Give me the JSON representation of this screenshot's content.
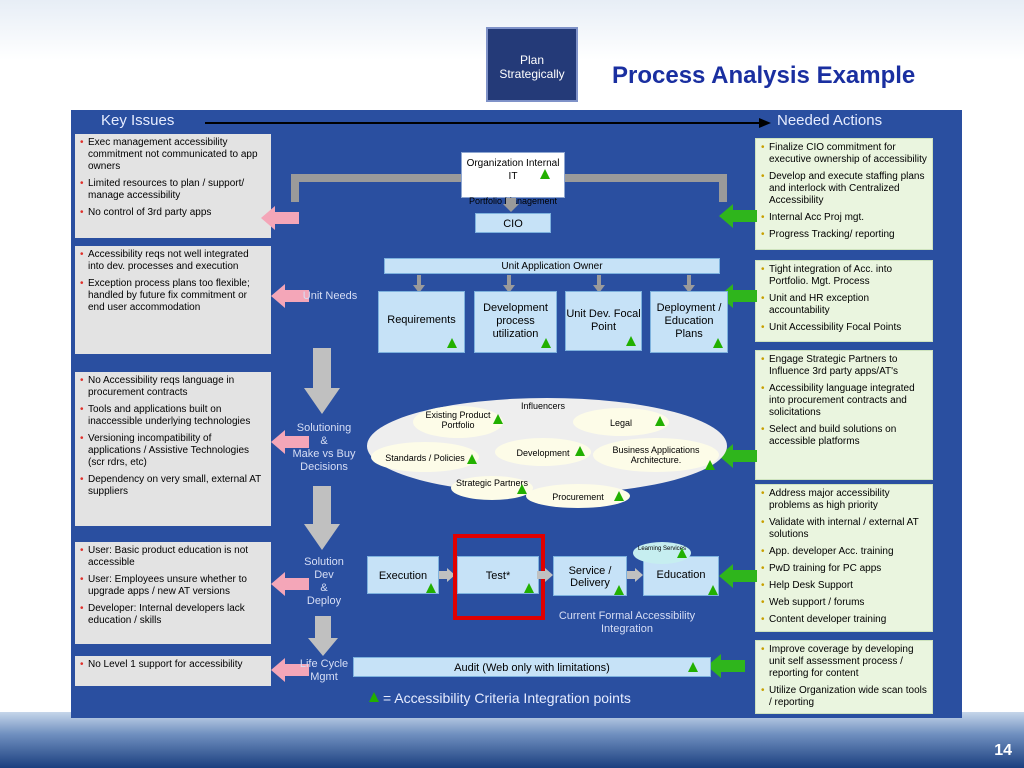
{
  "slide": {
    "number": "14",
    "title": "Process Analysis Example",
    "badge": "Plan\nStrategically"
  },
  "headers": {
    "key_issues": "Key Issues",
    "needed_actions": "Needed Actions"
  },
  "issues": [
    [
      "Exec management accessibility commitment not communicated to app owners",
      "Limited resources to plan / support/ manage accessibility",
      "No control of 3rd party apps"
    ],
    [
      "Accessibility reqs not well integrated into  dev. processes and execution",
      "Exception process plans too flexible; handled by future fix commitment or end user accommodation"
    ],
    [
      "No Accessibility reqs language in procurement contracts",
      "Tools and applications built on inaccessible underlying technologies",
      "Versioning incompatibility of applications / Assistive Technologies (scr rdrs, etc)",
      "Dependency on very small, external AT suppliers"
    ],
    [
      "User: Basic product education is not accessible",
      "User: Employees unsure whether to upgrade apps / new AT versions",
      "Developer: Internal developers lack education  / skills"
    ],
    [
      "No Level 1 support for accessibility"
    ]
  ],
  "actions": [
    [
      "Finalize CIO commitment for executive ownership of accessibility",
      "Develop and execute staffing  plans and interlock with Centralized Accessibility",
      "Internal Acc Proj mgt.",
      "Progress Tracking/ reporting"
    ],
    [
      "Tight integration of Acc. into Portfolio. Mgt. Process",
      "Unit and HR exception accountability",
      "Unit Accessibility Focal Points"
    ],
    [
      "Engage Strategic Partners to Influence 3rd party apps/AT's",
      "Accessibility language integrated into procurement contracts and solicitations",
      "Select and build solutions on accessible platforms"
    ],
    [
      "Address major accessibility problems as high priority",
      "Validate with internal / external    AT solutions",
      "App. developer Acc. training",
      "PwD  training  for PC apps",
      "Help Desk Support",
      "Web support / forums",
      "Content developer training"
    ],
    [
      "Improve coverage by developing unit self assessment process  /  reporting for content",
      "Utilize Organization wide scan tools / reporting"
    ]
  ],
  "stages": {
    "unit_needs": "Unit Needs",
    "solutioning": "Solutioning\n&\nMake vs Buy\nDecisions",
    "solution_dev": "Solution\nDev\n&\nDeploy",
    "lifecycle": "Life Cycle\nMgmt"
  },
  "org": {
    "title": "Organization  Internal IT",
    "subtitle": "Portfolio Management",
    "cio": "CIO",
    "unit_owner": "Unit Application Owner"
  },
  "units": [
    "Requirements",
    "Development process utilization",
    "Unit Dev. Focal Point",
    "Deployment / Education Plans"
  ],
  "influencers": {
    "title": "Influencers",
    "items": [
      "Existing  Product Portfolio",
      "Legal",
      "Standards / Policies",
      "Development",
      "Business Applications Architecture.",
      "Strategic Partners",
      "Procurement"
    ]
  },
  "dev_flow": {
    "items": [
      "Execution",
      "Test*",
      "Service / Delivery",
      "Education"
    ],
    "learning": "Learning Services",
    "caption": "Current Formal Accessibility\nIntegration"
  },
  "audit": "Audit (Web only with limitations)",
  "legend": "= Accessibility Criteria Integration points",
  "colors": {
    "panel": "#2a4fa0",
    "title": "#1a2fa0",
    "marker": "#22b000",
    "highlight": "#e00000",
    "left_arrow": "#f4a6b8",
    "right_arrow": "#2fb51c"
  }
}
